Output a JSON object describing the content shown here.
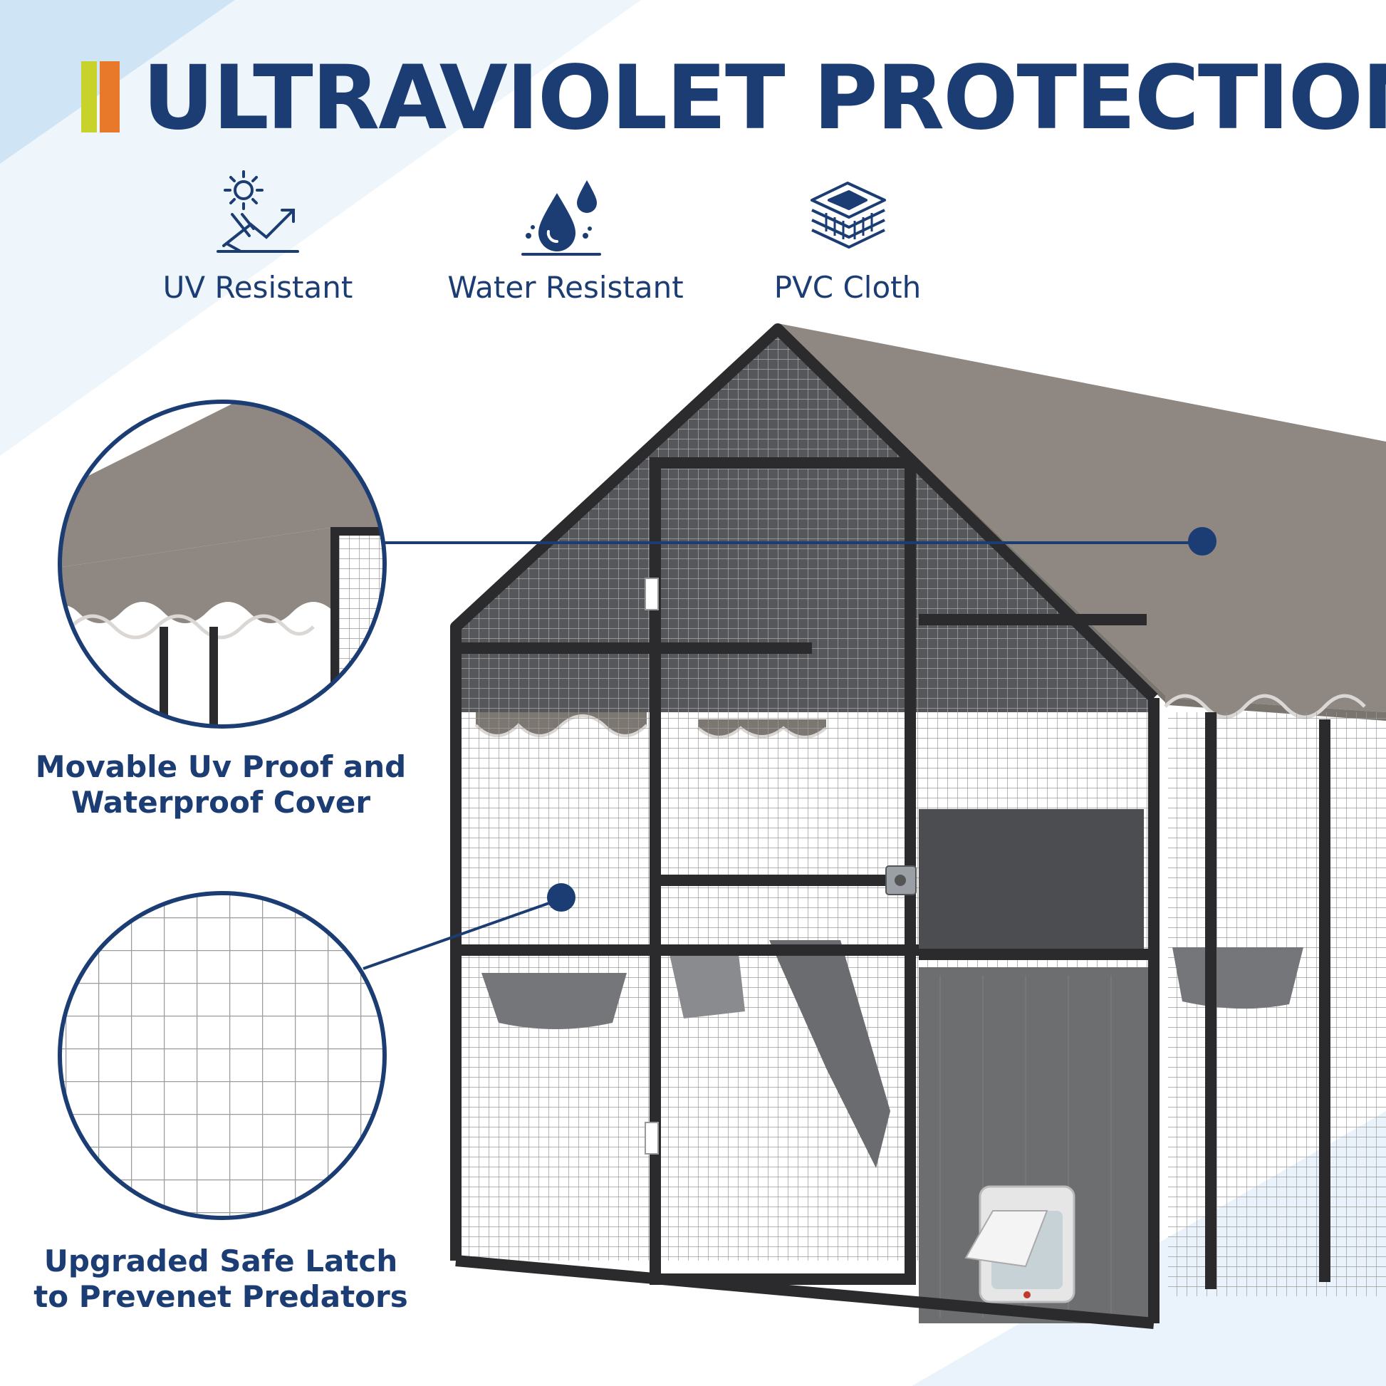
{
  "header": {
    "title": "ULTRAVIOLET PROTECTION",
    "accent_colors": [
      "#c7d32b",
      "#e8782a"
    ],
    "title_color": "#1b3d73"
  },
  "features": [
    {
      "label": "UV Resistant",
      "icon": "sun-uv-icon"
    },
    {
      "label": "Water Resistant",
      "icon": "water-drops-icon"
    },
    {
      "label": "PVC Cloth",
      "icon": "layered-cloth-icon"
    }
  ],
  "callouts": [
    {
      "label": "Movable Uv Proof and Waterproof Cover"
    },
    {
      "label": "Upgraded Safe Latch to Prevenet Predators"
    }
  ],
  "colors": {
    "navy": "#1b3d73",
    "canopy": "#8e8781",
    "frame": "#2b2b2e",
    "background_stripe": "#e3f0fa"
  }
}
